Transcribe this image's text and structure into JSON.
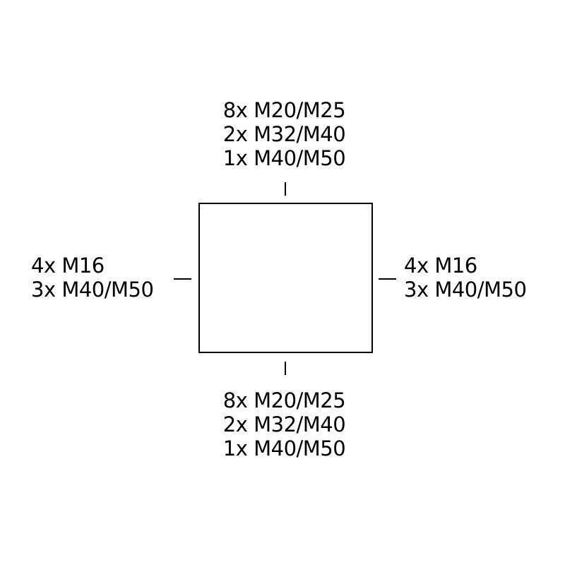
{
  "top": {
    "lines": [
      "8x M20/M25",
      "2x M32/M40",
      "1x M40/M50"
    ]
  },
  "bottom": {
    "lines": [
      "8x M20/M25",
      "2x M32/M40",
      "1x M40/M50"
    ]
  },
  "left": {
    "lines": [
      "4x M16",
      "3x M40/M50"
    ]
  },
  "right": {
    "lines": [
      "4x M16",
      "3x M40/M50"
    ]
  },
  "colors": {
    "line": "#000000",
    "background": "#ffffff"
  }
}
